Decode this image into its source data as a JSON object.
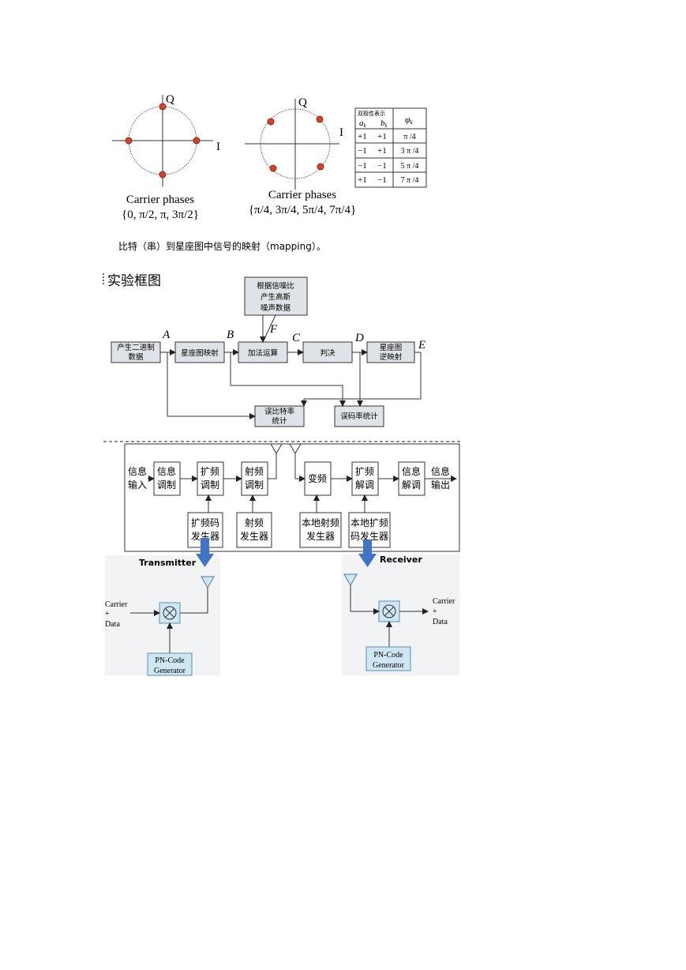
{
  "constellation_qpsk1": {
    "q_label": "Q",
    "i_label": "I",
    "caption_line1": "Carrier phases",
    "caption_line2": "{0, π/2, π, 3π/2}"
  },
  "constellation_qpsk2": {
    "q_label": "Q",
    "i_label": "I",
    "caption_line1": "Carrier phases",
    "caption_line2": "{π/4, 3π/4, 5π/4, 7π/4}"
  },
  "mapping_table": {
    "header_top": "双极性表示",
    "header_a": "a",
    "header_a_sub": "k",
    "header_b": "b",
    "header_b_sub": "k",
    "header_phi": "φ",
    "header_phi_sub": "k",
    "rows": [
      {
        "a": "+1",
        "b": "+1",
        "phi": "π /4"
      },
      {
        "a": "−1",
        "b": "+1",
        "phi": "3 π /4"
      },
      {
        "a": "−1",
        "b": "−1",
        "phi": "5 π /4"
      },
      {
        "a": "+1",
        "b": "−1",
        "phi": "7 π /4"
      }
    ]
  },
  "mapping_caption": "比特（串）到星座图中信号的映射（mapping）。",
  "section_title": "实验框图",
  "experiment_diagram": {
    "noise_block": [
      "根据信噪比",
      "产生高斯",
      "噪声数据"
    ],
    "gen_block": [
      "产生二进制",
      "数据"
    ],
    "map_block": "星座图映射",
    "add_block": "加法运算",
    "decide_block": "判决",
    "demap_block": [
      "星座图",
      "逆映射"
    ],
    "ber_block": [
      "误比特率",
      "统计"
    ],
    "ser_block": "误码率统计",
    "points": {
      "A": "A",
      "B": "B",
      "C": "C",
      "D": "D",
      "E": "E",
      "F": "F"
    }
  },
  "spread_diagram": {
    "input_label": [
      "信息",
      "输入"
    ],
    "output_label": [
      "信息",
      "输出"
    ],
    "info_mod": [
      "信息",
      "调制"
    ],
    "spread_mod": [
      "扩频",
      "调制"
    ],
    "rf_mod": [
      "射频",
      "调制"
    ],
    "freq_conv": "变频",
    "despread": [
      "扩频",
      "解调"
    ],
    "info_demod": [
      "信息",
      "解调"
    ],
    "pn_gen": [
      "扩频码",
      "发生器"
    ],
    "rf_gen": [
      "射频",
      "发生器"
    ],
    "local_rf_gen": [
      "本地射频",
      "发生器"
    ],
    "local_pn_gen": [
      "本地扩频",
      "码发生器"
    ]
  },
  "transmitter": {
    "title": "Transmitter",
    "input_label": [
      "Carrier",
      "+",
      "Data"
    ],
    "pn_block": [
      "PN-Code",
      "Generator"
    ]
  },
  "receiver": {
    "title": "Receiver",
    "output_label": [
      "Carrier",
      "+",
      "Data"
    ],
    "pn_block": [
      "PN-Code",
      "Generator"
    ]
  }
}
